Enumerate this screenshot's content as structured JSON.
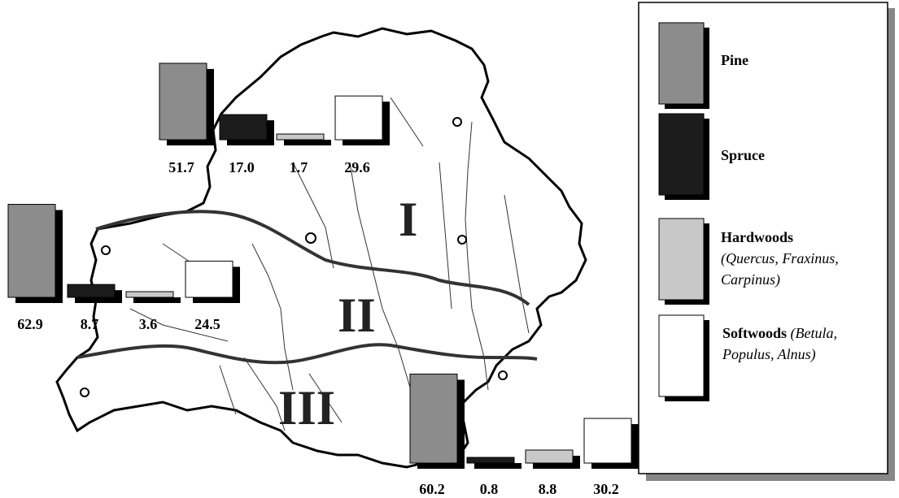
{
  "map": {
    "zones": [
      "I",
      "II",
      "III"
    ]
  },
  "legend": {
    "items": [
      {
        "key": "pine",
        "title": "Pine",
        "sub_lines": [],
        "color": "#8c8c8c"
      },
      {
        "key": "spruce",
        "title": "Spruce",
        "sub_lines": [],
        "color": "#1c1c1c"
      },
      {
        "key": "hardwoods",
        "title": "Hardwoods",
        "sub_lines": [
          "(Quercus, Fraxinus,",
          "Carpinus)"
        ],
        "color": "#c8c8c8"
      },
      {
        "key": "softwoods",
        "title": "Softwoods",
        "title_suffix": " (Betula,",
        "sub_lines": [
          "Populus, Alnus)"
        ],
        "color": "#ffffff"
      }
    ]
  },
  "chart_data": {
    "type": "bar",
    "categories": [
      "Pine",
      "Spruce",
      "Hardwoods",
      "Softwoods"
    ],
    "unit": "",
    "groups": [
      {
        "zone": "I",
        "values": [
          51.7,
          17.0,
          1.7,
          29.6
        ],
        "labels": [
          "51.7",
          "17.0",
          "1.7",
          "29.6"
        ]
      },
      {
        "zone": "II",
        "values": [
          62.9,
          8.7,
          3.6,
          24.5
        ],
        "labels": [
          "62.9",
          "8.7",
          "3.6",
          "24.5"
        ]
      },
      {
        "zone": "III",
        "values": [
          60.2,
          0.8,
          8.8,
          30.2
        ],
        "labels": [
          "60.2",
          "0.8",
          "8.8",
          "30.2"
        ]
      }
    ]
  }
}
